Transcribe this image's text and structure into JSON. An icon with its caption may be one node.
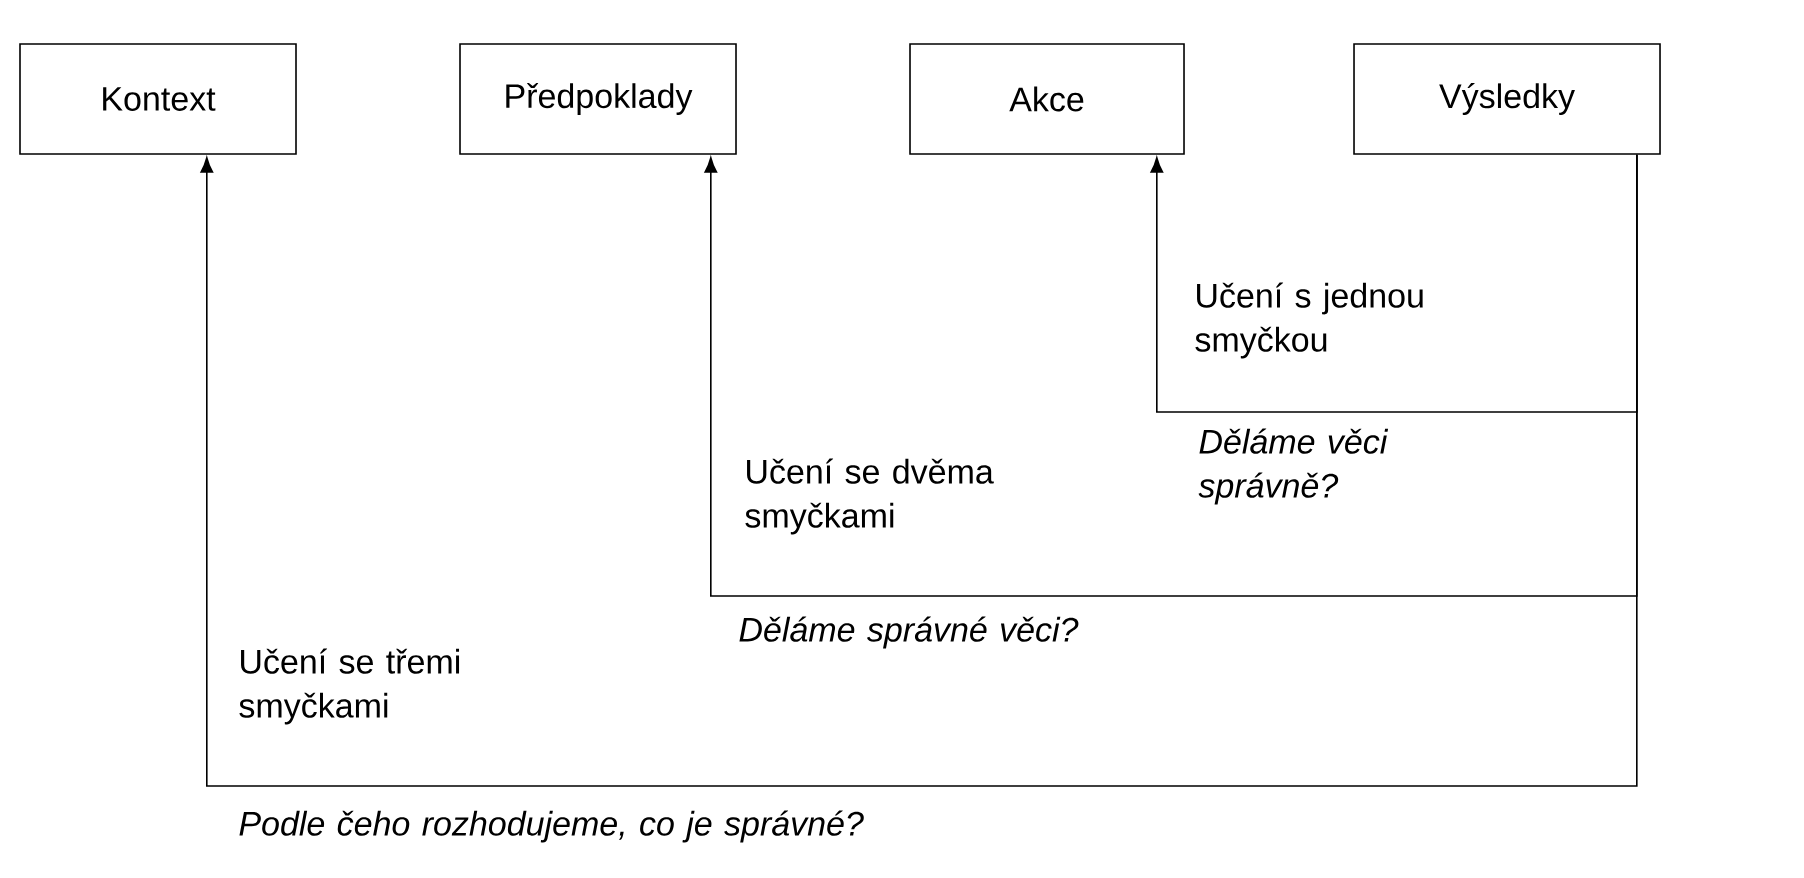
{
  "diagram": {
    "nodes": [
      {
        "text": [
          "Kontext"
        ]
      },
      {
        "text": [
          "Předpoklady"
        ]
      },
      {
        "text": [
          "Akce"
        ]
      },
      {
        "text": [
          "Výsledky"
        ]
      }
    ],
    "edges": [
      {
        "from": 3,
        "to": 2,
        "arrow": "to",
        "label": "Učení s jednou smyčkou"
      },
      {
        "from": 3,
        "to": 1,
        "arrow": "to",
        "label": "Učení se dvěma smyčkami"
      },
      {
        "from": 3,
        "to": 0,
        "arrow": "to",
        "label": "Učení se třemi smyčkami"
      }
    ],
    "labels": [
      "Děláme věci správně?",
      "Děláme správné věci?",
      "Podle čeho rozhodujeme, co je správné?"
    ]
  }
}
